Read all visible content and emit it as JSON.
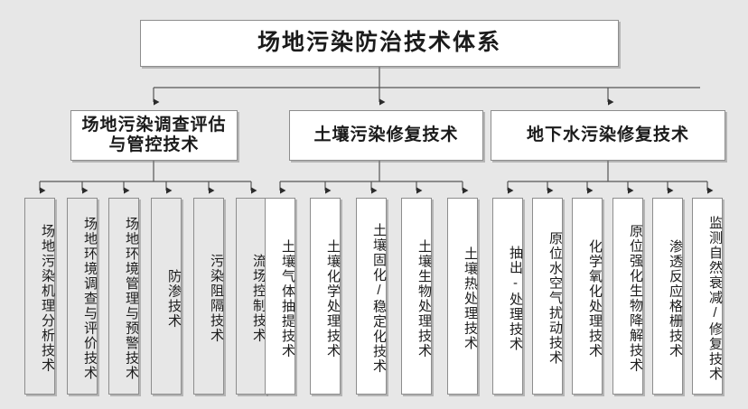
{
  "diagram": {
    "title": "场地污染防治技术体系",
    "background_color": "#e7e7e7",
    "box_border_color": "#8d8d8d",
    "groups": [
      {
        "id": "group-1",
        "label": "场地污染调查评估与管控技术",
        "fill": "#ffffff",
        "leaf_fill": "#e7e7e7",
        "leaves": [
          {
            "label": "场地污染机理分析技术"
          },
          {
            "label": "场地环境调查与评价技术"
          },
          {
            "label": "场地环境管理与预警技术"
          },
          {
            "label": "防渗技术"
          },
          {
            "label": "污染阻隔技术"
          },
          {
            "label": "流场控制技术"
          }
        ]
      },
      {
        "id": "group-2",
        "label": "土壤污染修复技术",
        "fill": "#ffffff",
        "leaf_fill": "#ffffff",
        "leaves": [
          {
            "label": "土壤气体抽提技术"
          },
          {
            "label": "土壤化学处理技术"
          },
          {
            "label": "土壤固化/稳定化技术"
          },
          {
            "label": "土壤生物处理技术"
          },
          {
            "label": "土壤热处理技术"
          }
        ]
      },
      {
        "id": "group-3",
        "label": "地下水污染修复技术",
        "fill": "#ffffff",
        "leaf_fill": "#ffffff",
        "leaves": [
          {
            "label": "抽出-处理技术"
          },
          {
            "label": "原位水空气扰动技术"
          },
          {
            "label": "化学氧化处理技术"
          },
          {
            "label": "原位强化生物降解技术"
          },
          {
            "label": "渗透反应格栅技术"
          },
          {
            "label": "监测自然衰减/修复技术"
          }
        ]
      }
    ]
  }
}
